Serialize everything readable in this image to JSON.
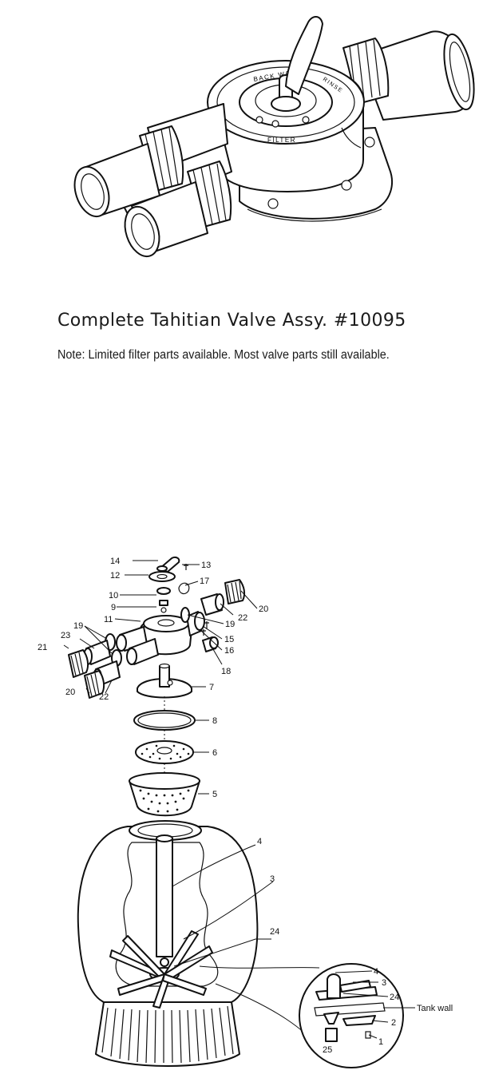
{
  "title": "Complete Tahitian Valve Assy. #10095",
  "note": "Note: Limited filter parts available. Most valve parts still available.",
  "valve_dial_text": [
    "BACK WASH",
    "FILTER",
    "RINSE"
  ],
  "part_labels": {
    "p14": "14",
    "p13": "13",
    "p12": "12",
    "p17": "17",
    "p10": "10",
    "p9": "9",
    "p11": "11",
    "p19a": "19",
    "p19b": "19",
    "p22a": "22",
    "p20a": "20",
    "p15": "15",
    "p16": "16",
    "p18": "18",
    "p21": "21",
    "p23": "23",
    "p20b": "20",
    "p22b": "22",
    "p7": "7",
    "p8": "8",
    "p6": "6",
    "p5": "5",
    "p4": "4",
    "p3": "3",
    "p24": "24"
  },
  "detail_labels": {
    "d4": "4",
    "d3": "3",
    "d24": "24",
    "tank_wall": "Tank wall",
    "d2": "2",
    "d1": "1",
    "d25": "25"
  }
}
